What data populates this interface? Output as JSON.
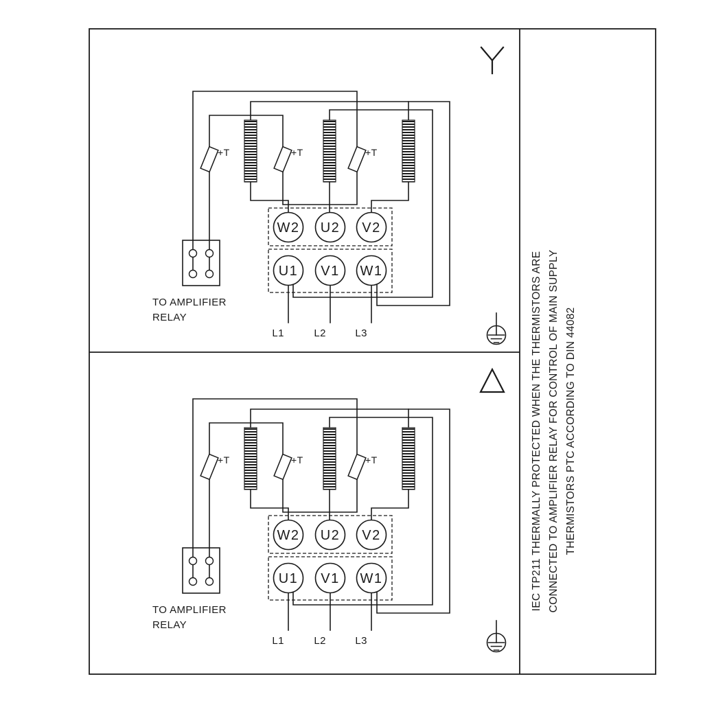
{
  "colors": {
    "ink": "#1b1b1b",
    "background": "#ffffff"
  },
  "side_note": {
    "lines": [
      "IEC TP211 THERMALLY PROTECTED WHEN THE THERMISTORS ARE",
      "CONNECTED TO AMPLIFIER RELAY FOR CONTROL OF MAIN SUPPLY",
      "THERMISTORS PTC ACCORDING TO DIN 44082"
    ]
  },
  "panels": [
    {
      "connection": "star",
      "symbol": "star-icon",
      "earth_symbol": "protective-earth-icon",
      "terminals_top": [
        "W2",
        "U2",
        "V2"
      ],
      "terminals_bottom": [
        "U1",
        "V1",
        "W1"
      ],
      "thermistor_labels": [
        "+T",
        "+T",
        "+T"
      ],
      "relay_caption": [
        "TO AMPLIFIER",
        "RELAY"
      ],
      "mains": [
        "L1",
        "L2",
        "L3"
      ]
    },
    {
      "connection": "delta",
      "symbol": "delta-icon",
      "earth_symbol": "protective-earth-icon",
      "terminals_top": [
        "W2",
        "U2",
        "V2"
      ],
      "terminals_bottom": [
        "U1",
        "V1",
        "W1"
      ],
      "thermistor_labels": [
        "+T",
        "+T",
        "+T"
      ],
      "relay_caption": [
        "TO AMPLIFIER",
        "RELAY"
      ],
      "mains": [
        "L1",
        "L2",
        "L3"
      ]
    }
  ]
}
